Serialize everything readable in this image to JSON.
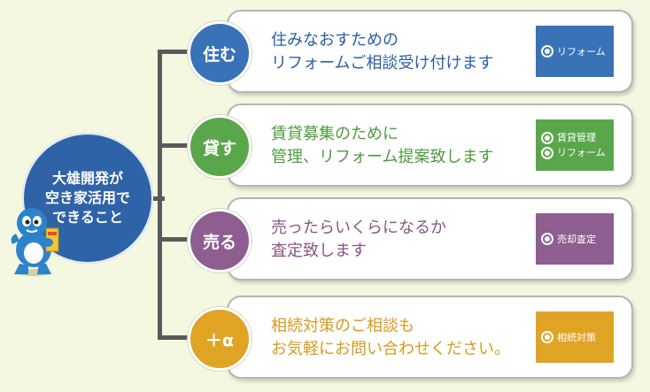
{
  "hub": {
    "label": "大雄開発が\n空き家活用で\nできること"
  },
  "rows": [
    {
      "badge": "住む",
      "color": "#3a72b8",
      "text_color": "#2b5fa4",
      "lines": [
        "住みなおすための",
        "リフォームご相談受け付けます"
      ],
      "buttons": [
        "リフォーム"
      ]
    },
    {
      "badge": "貸す",
      "color": "#5aa64a",
      "text_color": "#4f9b3d",
      "lines": [
        "賃貸募集のために",
        "管理、リフォーム提案致します"
      ],
      "buttons": [
        "賃貸管理",
        "リフォーム"
      ]
    },
    {
      "badge": "売る",
      "color": "#8e5e90",
      "text_color": "#855685",
      "lines": [
        "売ったらいくらになるか",
        "査定致します"
      ],
      "buttons": [
        "売却査定"
      ]
    },
    {
      "badge": "＋α",
      "color": "#e0a425",
      "text_color": "#d89a1d",
      "lines": [
        "相続対策のご相談も",
        "お気軽にお問い合わせください。"
      ],
      "buttons": [
        "相続対策"
      ]
    }
  ]
}
